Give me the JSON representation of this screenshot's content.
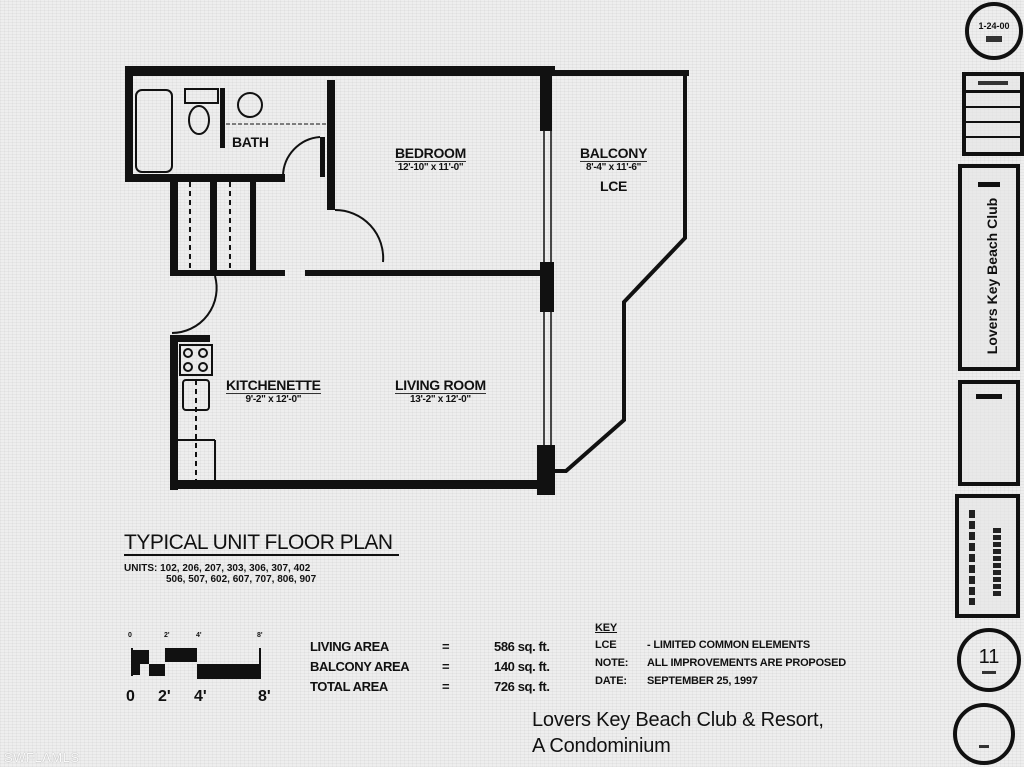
{
  "plan": {
    "title": "TYPICAL UNIT FLOOR PLAN",
    "units_label": "UNITS:",
    "units_row1": "102, 206, 207, 303, 306, 307, 402",
    "units_row2": "506, 507, 602, 607, 707, 806, 907",
    "rooms": [
      {
        "name": "BATH",
        "dim": ""
      },
      {
        "name": "BEDROOM",
        "dim": "12'-10\" x 11'-0\""
      },
      {
        "name": "BALCONY",
        "dim": "8'-4\" x 11'-6\"",
        "note": "LCE"
      },
      {
        "name": "KITCHENETTE",
        "dim": "9'-2\" x 12'-0\""
      },
      {
        "name": "LIVING ROOM",
        "dim": "13'-2\" x 12'-0\""
      }
    ]
  },
  "areas": [
    {
      "label": "LIVING AREA",
      "eq": "=",
      "value": "586 sq. ft."
    },
    {
      "label": "BALCONY AREA",
      "eq": "=",
      "value": "140 sq. ft."
    },
    {
      "label": "TOTAL AREA",
      "eq": "=",
      "value": "726 sq. ft."
    }
  ],
  "key": {
    "heading": "KEY",
    "lce_abbr": "LCE",
    "lce_def": "-  LIMITED COMMON ELEMENTS",
    "note_label": "NOTE:",
    "note_text": "ALL IMPROVEMENTS ARE PROPOSED",
    "date_label": "DATE:",
    "date_text": "SEPTEMBER 25, 1997"
  },
  "company": {
    "line1": "Lovers Key Beach Club & Resort,",
    "line2": "A Condominium"
  },
  "scale": {
    "small_ticks": [
      "0",
      "2'",
      "4'",
      "8'"
    ],
    "ticks": [
      "0",
      "2'",
      "4'",
      "8'"
    ]
  },
  "title_block": {
    "date_stamp": "1-24-00",
    "project_name": "Lovers Key Beach Club",
    "sheet_number": "11"
  },
  "watermark": "SWFLAMLS"
}
